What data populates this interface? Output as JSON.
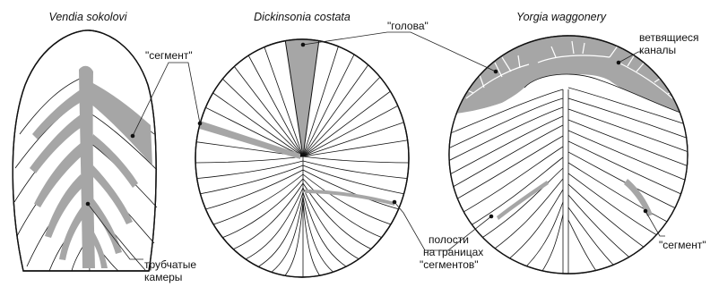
{
  "figure": {
    "titles": {
      "vendia": "Vendia sokolovi",
      "dickinsonia": "Dickinsonia costata",
      "yorgia": "Yorgia waggonery"
    },
    "labels": {
      "segment_left": "\"сегмент\"",
      "head": "\"голова\"",
      "branching_line1": "ветвящиеся",
      "branching_line2": "каналы",
      "tubular_line1": "трубчатые",
      "tubular_line2": "камеры",
      "cavities_line1": "полости",
      "cavities_line2": "на границах",
      "cavities_line3": "\"сегментов\"",
      "segment_right": "\"сегмент\""
    },
    "colors": {
      "shading": "#a6a6a6",
      "outline": "#111111",
      "background": "#ffffff"
    }
  }
}
